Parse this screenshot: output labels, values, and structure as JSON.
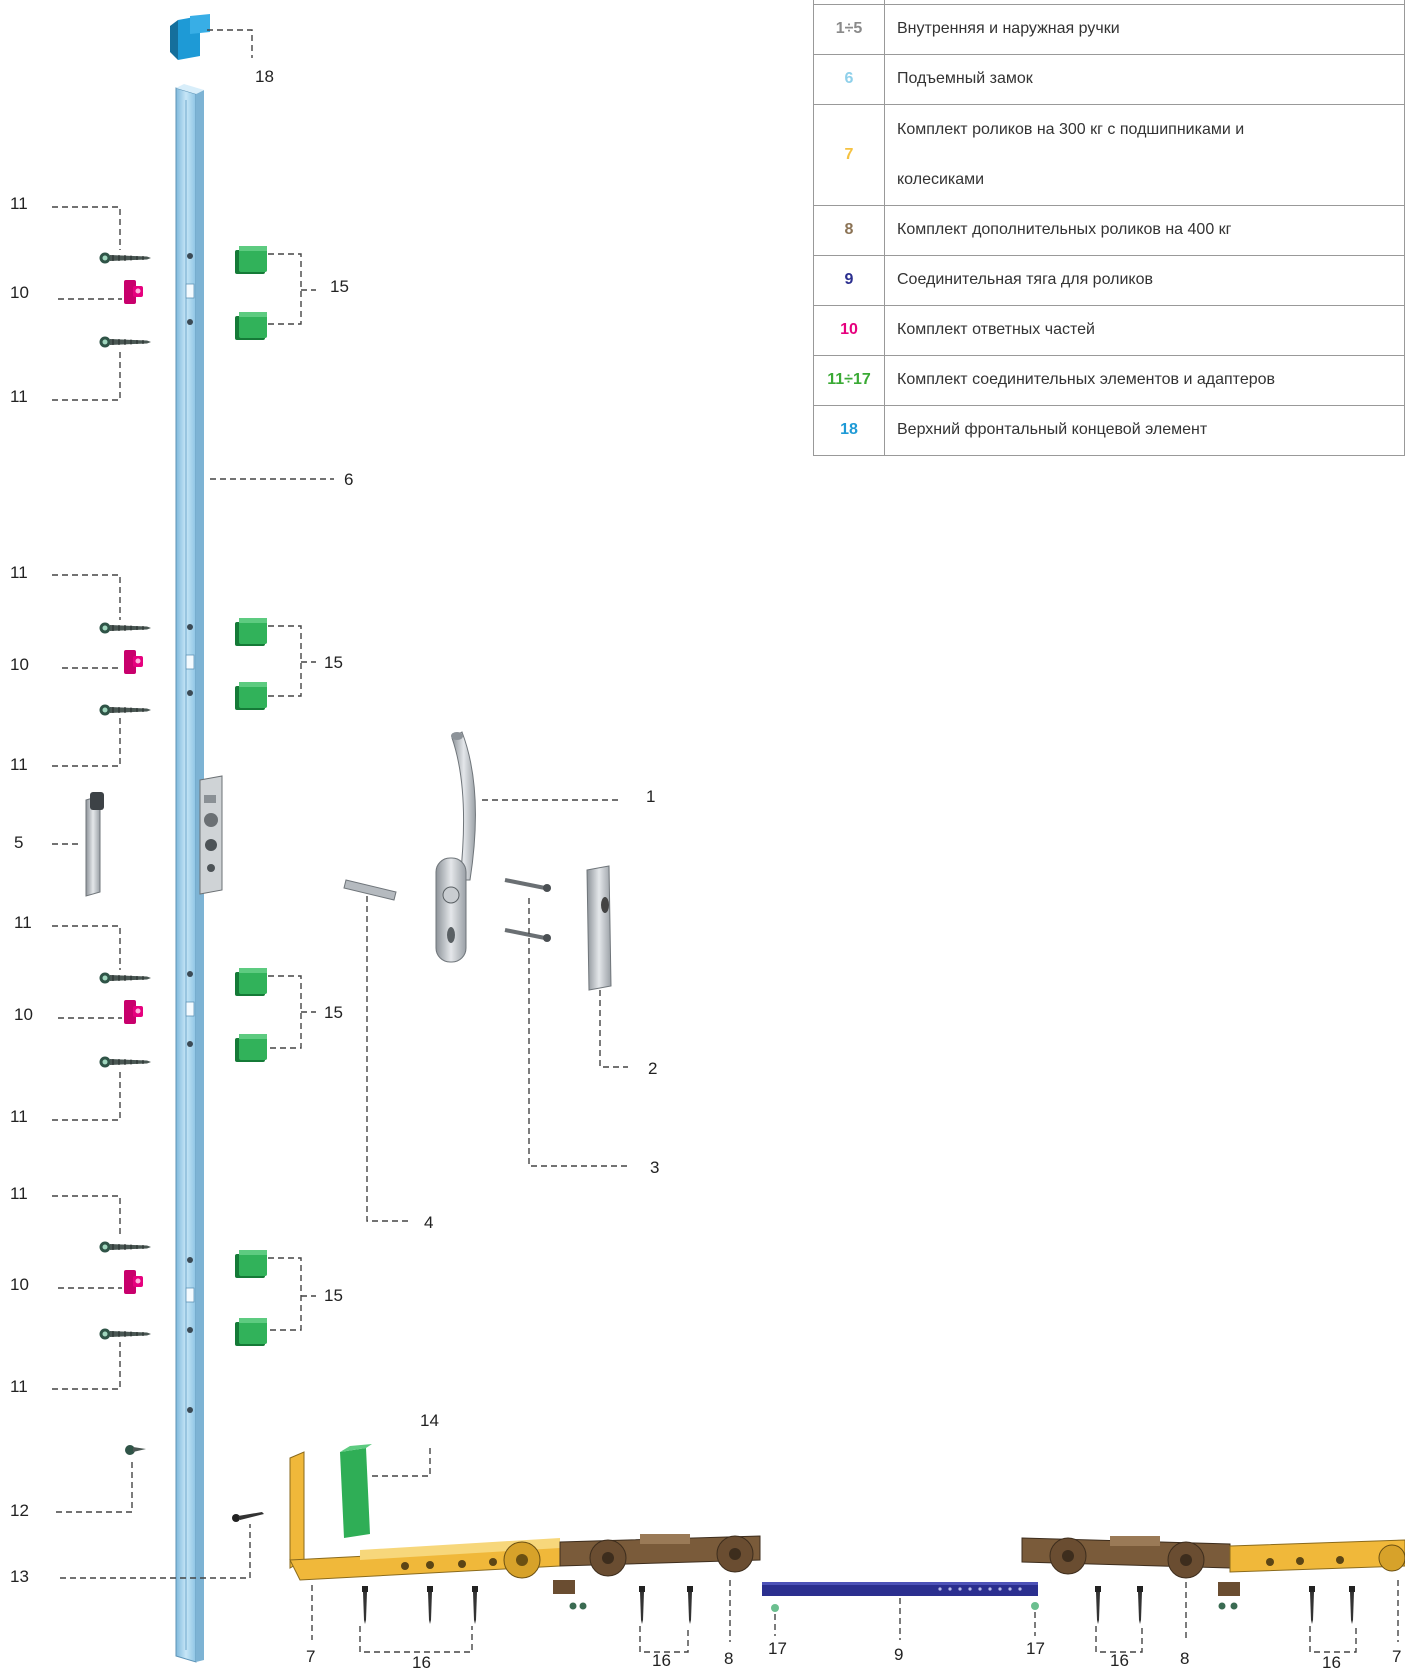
{
  "table": {
    "rows": [
      {
        "num": "1÷5",
        "color": "#8a8a8a",
        "text": "Внутренняя и наружная ручки"
      },
      {
        "num": "6",
        "color": "#8fd0ea",
        "text": "Подъемный замок"
      },
      {
        "num": "7",
        "color": "#f5c242",
        "text_lines": [
          "Комплект роликов на 300 кг с подшипниками и",
          "колесиками"
        ]
      },
      {
        "num": "8",
        "color": "#8b7355",
        "text": "Комплект дополнительных роликов на 400 кг"
      },
      {
        "num": "9",
        "color": "#2b2f8f",
        "text": "Соединительная тяга для роликов"
      },
      {
        "num": "10",
        "color": "#e6007e",
        "text": "Комплект ответных частей"
      },
      {
        "num": "11÷17",
        "color": "#3aaa35",
        "text": "Комплект соединительных элементов и адаптеров"
      },
      {
        "num": "18",
        "color": "#1e9ad6",
        "text": "Верхний фронтальный концевой элемент"
      }
    ]
  },
  "labels": {
    "n1": "1",
    "n2": "2",
    "n3": "3",
    "n4": "4",
    "n5": "5",
    "n6": "6",
    "n7": "7",
    "n8": "8",
    "n9": "9",
    "n10": "10",
    "n11": "11",
    "n12": "12",
    "n13": "13",
    "n14": "14",
    "n15": "15",
    "n16": "16",
    "n17": "17",
    "n18": "18"
  },
  "colors": {
    "lock_bar": "#a9d8f2",
    "keeper": "#e6007e",
    "adapter": "#2fae56",
    "screw": "#3d5a4f",
    "roller": "#f0b83a",
    "roller_dark": "#7a5b3a",
    "rod": "#2b2f8f",
    "end_cap": "#1e9ad6",
    "handle": "#b8bcc2"
  }
}
